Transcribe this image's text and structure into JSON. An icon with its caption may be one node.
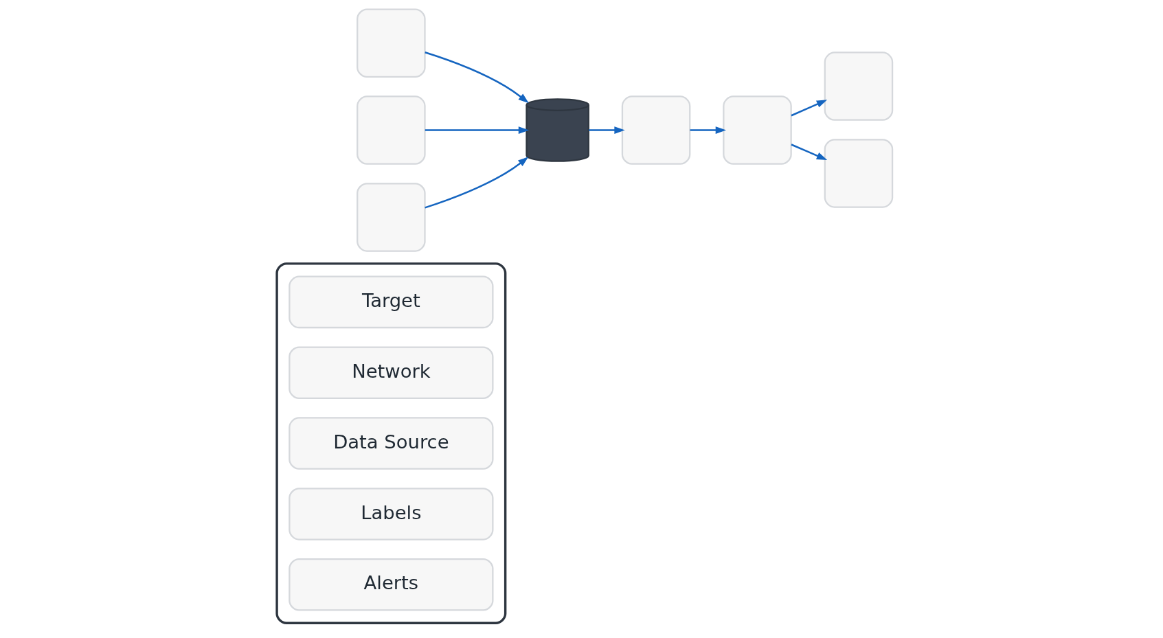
{
  "diagram": {
    "nodes": [
      {
        "text": [],
        "shape": "box"
      },
      {
        "text": [
          "Target"
        ],
        "in": 0
      },
      {
        "text": [
          "Network"
        ],
        "in": 0
      },
      {
        "text": [
          "Data Source"
        ],
        "in": 0
      },
      {
        "text": [
          "Labels"
        ],
        "in": 0
      },
      {
        "text": [
          "Alerts"
        ],
        "in": 0
      },
      {
        "text": [],
        "shape": "box"
      },
      {
        "text": [],
        "shape": "box"
      },
      {
        "text": [],
        "shape": "box"
      },
      {
        "text": [],
        "shape": "cylinder"
      },
      {
        "text": [],
        "shape": "box"
      },
      {
        "text": [],
        "shape": "box"
      },
      {
        "text": [],
        "shape": "box"
      },
      {
        "text": [],
        "shape": "box"
      }
    ],
    "edges": [
      {
        "from": 6,
        "to": 9,
        "arrow": "to"
      },
      {
        "from": 7,
        "to": 9,
        "arrow": "to"
      },
      {
        "from": 8,
        "to": 9,
        "arrow": "to"
      },
      {
        "from": 9,
        "to": 10,
        "arrow": "to"
      },
      {
        "from": 10,
        "to": 11,
        "arrow": "to"
      },
      {
        "from": 11,
        "to": 12,
        "arrow": "to"
      },
      {
        "from": 11,
        "to": 13,
        "arrow": "to"
      }
    ]
  }
}
